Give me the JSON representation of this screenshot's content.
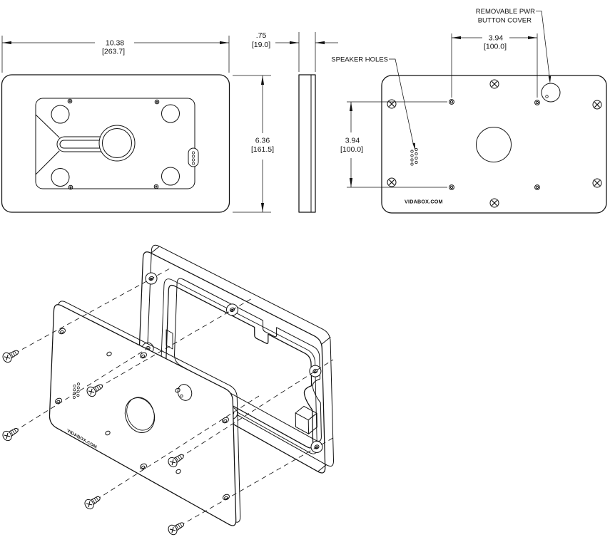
{
  "page": {
    "background": "#ffffff",
    "line_color": "#111111"
  },
  "dimensions": {
    "width": {
      "inches": "10.38",
      "mm": "[263.7]"
    },
    "depth": {
      "inches": ".75",
      "mm": "[19.0]"
    },
    "height": {
      "inches": "6.36",
      "mm": "[161.5]"
    },
    "vesa_h": {
      "inches": "3.94",
      "mm": "[100.0]"
    },
    "vesa_v": {
      "inches": "3.94",
      "mm": "[100.0]"
    }
  },
  "callouts": {
    "pwr_line1": "REMOVABLE PWR",
    "pwr_line2": "BUTTON COVER",
    "speaker": "SPEAKER HOLES"
  },
  "branding": {
    "back": "VIDABOX.COM",
    "exploded": "VIDABOX.COM"
  }
}
